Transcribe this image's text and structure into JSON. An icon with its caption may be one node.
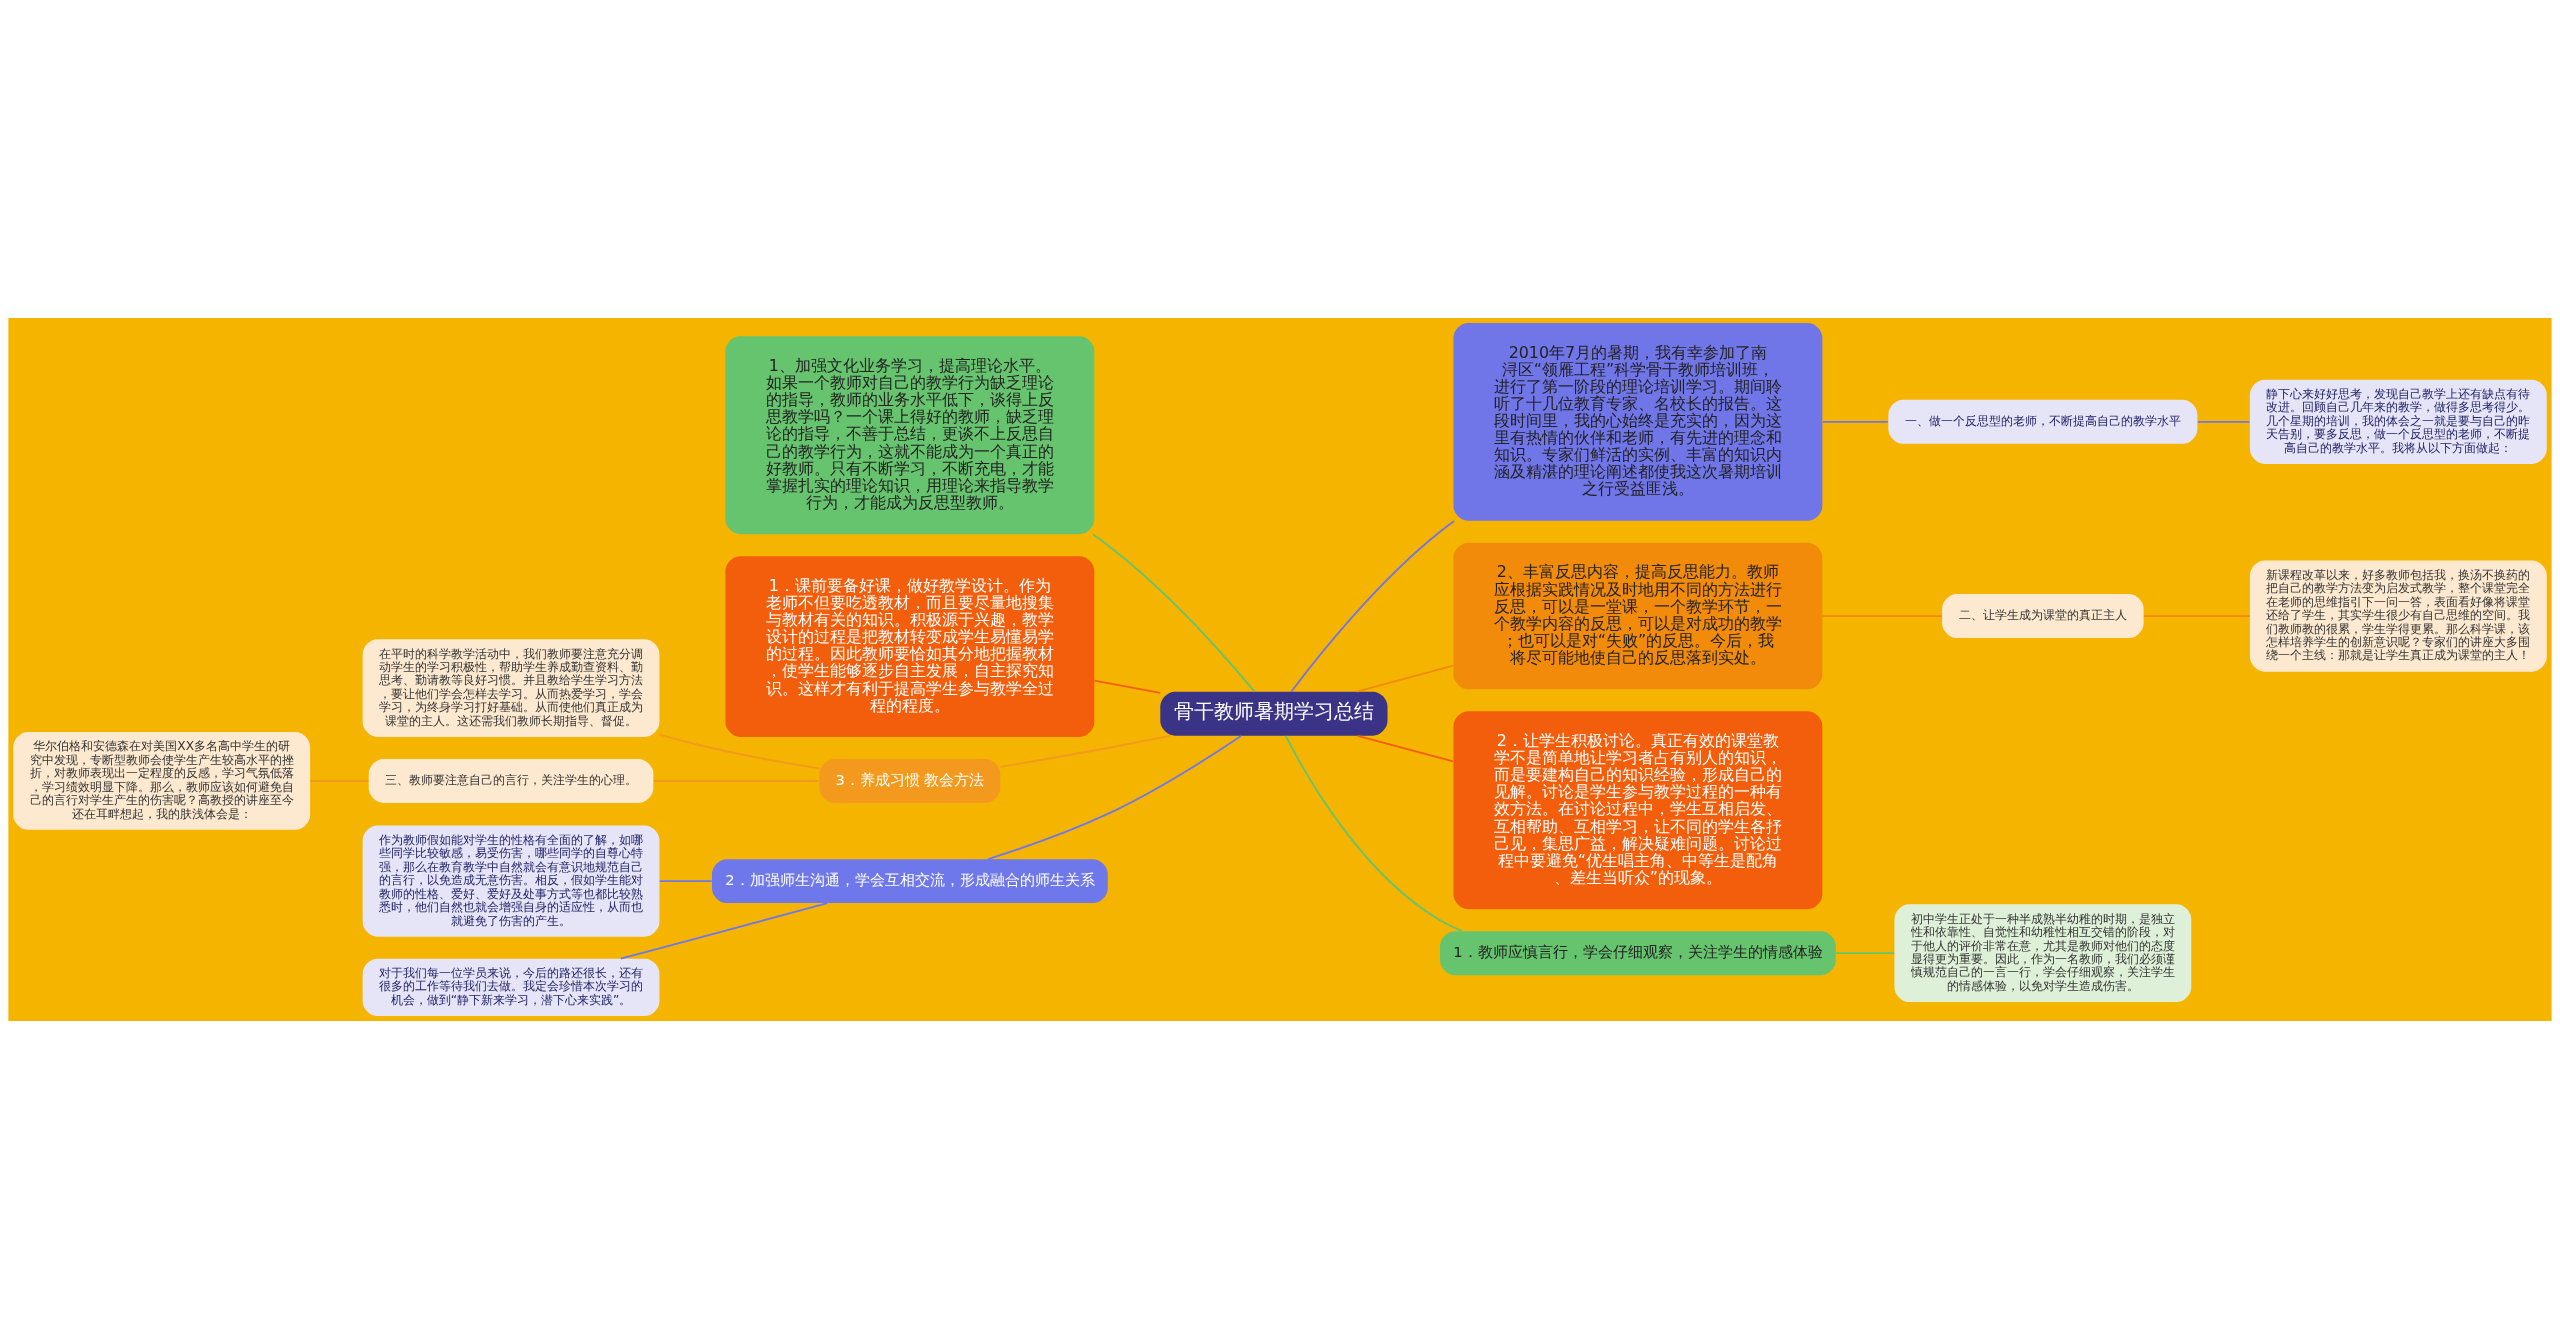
{
  "diagram": {
    "nodes": [
      {
        "text": [
          "骨干教师暑期学习总结"
        ]
      },
      {
        "text": [
          "1、加强文化业务学习，提高理论水平。如果一个教师对自己的教学行为缺乏理论的指导，教师的业务水平低下，谈得上反思教学吗？一个课上得好的教师，缺乏理论的指导，不善于总结，更谈不上反思自己的教学行为，这就不能成为一个真正的好教师。只有不断学习，不断充电，才能掌握扎实的理论知识，用理论来指导教学行为，才能成为反思型教师。"
        ]
      },
      {
        "text": [
          "1．课前要备好课，做好教学设计。作为老师不但要吃透教材，而且要尽量地搜集与教材有关的知识。积极源于兴趣，教学设计的过程是把教材转变成学生易懂易学的过程。因此教师要恰如其分地把握教材，使学生能够逐步自主发展，自主探究知识。这样才有利于提高学生参与教学全过程的程度。"
        ]
      },
      {
        "text": [
          "在平时的科学教学活动中，我们教师要注意充分调动学生的学习积极性，帮助学生养成勤查资料、勤思考、勤请教等良好习惯。并且教给学生学习方法，要让他们学会怎样去学习。从而热爱学习，学会学习，为终身学习打好基础。从而使他们真正成为课堂的主人。这还需我们教师长期指导、督促。"
        ]
      },
      {
        "text": [
          "三、教师要注意自己的言行，关注学生的心理。"
        ]
      },
      {
        "text": [
          "华尔伯格和安德森在对美国XX多名高中学生的研究中发现，专断型教师会使学生产生较高水平的挫折，对教师表现出一定程度的反感，学习气氛低落，学习绩效明显下降。那么，教师应该如何避免自己的言行对学生产生的伤害呢？高教授的讲座至今还在耳畔想起，我的肤浅体会是："
        ]
      },
      {
        "text": [
          "3．养成习惯 教会方法"
        ]
      },
      {
        "text": [
          "作为教师假如能对学生的性格有全面的了解，如哪些同学比较敏感，易受伤害，哪些同学的自尊心特强，那么在教育教学中自然就会有意识地规范自己的言行，以免造成无意伤害。相反，假如学生能对教师的性格、爱好、爱好及处事方式等也都比较熟悉时，他们自然也就会增强自身的适应性，从而也就避免了伤害的产生。"
        ]
      },
      {
        "text": [
          "对于我们每一位学员来说，今后的路还很长，还有很多的工作等待我们去做。我定会珍惜本次学习的机会，做到“静下新来学习，潜下心来实践”。"
        ]
      },
      {
        "text": [
          "2．加强师生沟通，学会互相交流，形成融合的师生关系"
        ]
      },
      {
        "text": [
          "2010年7月的暑期，我有幸参加了南浔区“领雁工程”科学骨干教师培训班，进行了第一阶段的理论培训学习。期间聆听了十几位教育专家、名校长的报告。这段时间里，我的心始终是充实的，因为这里有热情的伙伴和老师，有先进的理念和知识。专家们鲜活的实例、丰富的知识内涵及精湛的理论阐述都使我这次暑期培训之行受益匪浅。"
        ]
      },
      {
        "text": [
          "一、做一个反思型的老师，不断提高自己的教学水平"
        ]
      },
      {
        "text": [
          "静下心来好好思考，发现自己教学上还有缺点有待改进。回顾自己几年来的教学，做得多思考得少。几个星期的培训，我的体会之一就是要与自己的昨天告别，要多反思，做一个反思型的老师，不断提高自己的教学水平。我将从以下方面做起："
        ]
      },
      {
        "text": [
          "2、丰富反思内容，提高反思能力。教师应根据实践情况及时地用不同的方法进行反思，可以是一堂课，一个教学环节，一个教学内容的反思，可以是对成功的教学；也可以是对“失败”的反思。今后，我将尽可能地使自己的反思落到实处。"
        ]
      },
      {
        "text": [
          "二、让学生成为课堂的真正主人"
        ]
      },
      {
        "text": [
          "新课程改革以来，好多教师包括我，换汤不换药的把自己的教学方法变为启发式教学，整个课堂完全在老师的思维指引下一问一答，表面看好像将课堂还给了学生，其实学生很少有自己思维的空间。我们教师教的很累，学生学得更累。那么科学课，该怎样培养学生的创新意识呢？专家们的讲座大多围绕一个主线：那就是让学生真正成为课堂的主人！"
        ]
      },
      {
        "text": [
          "2．让学生积极讨论。真正有效的课堂教学不是简单地让学习者占有别人的知识，而是要建构自己的知识经验，形成自己的见解。讨论是学生参与教学过程的一种有效方法。在讨论过程中，学生互相启发、互相帮助、互相学习，让不同的学生各抒己见，集思广益，解决疑难问题。讨论过程中要避免“优生唱主角、中等生是配角、差生当听众”的现象。"
        ]
      },
      {
        "text": [
          "1．教师应慎言行，学会仔细观察，关注学生的情感体验"
        ]
      },
      {
        "text": [
          "初中学生正处于一种半成熟半幼稚的时期，是独立性和依靠性、自觉性和幼稚性相互交错的阶段，对于他人的评价非常在意，尤其是教师对他们的态度显得更为重要。因此，作为一名教师，我们必须谨慎规范自己的一言一行，学会仔细观察，关注学生的情感体验，以免对学生造成伤害。"
        ]
      }
    ],
    "edges": [
      {
        "from": 0,
        "to": 1,
        "arrow": "none",
        "color": "#66c36e"
      },
      {
        "from": 0,
        "to": 2,
        "arrow": "none",
        "color": "#f25e0c"
      },
      {
        "from": 0,
        "to": 6,
        "arrow": "none",
        "color": "#f39a1e"
      },
      {
        "from": 6,
        "to": 3,
        "arrow": "none",
        "color": "#f39a1e"
      },
      {
        "from": 6,
        "to": 4,
        "arrow": "none",
        "color": "#f39a1e"
      },
      {
        "from": 4,
        "to": 5,
        "arrow": "none",
        "color": "#f39a1e"
      },
      {
        "from": 0,
        "to": 9,
        "arrow": "none",
        "color": "#6e78ea"
      },
      {
        "from": 9,
        "to": 7,
        "arrow": "none",
        "color": "#6e78ea"
      },
      {
        "from": 9,
        "to": 8,
        "arrow": "none",
        "color": "#6e78ea"
      },
      {
        "from": 0,
        "to": 10,
        "arrow": "none",
        "color": "#7075e8"
      },
      {
        "from": 10,
        "to": 11,
        "arrow": "none",
        "color": "#7075e8"
      },
      {
        "from": 11,
        "to": 12,
        "arrow": "none",
        "color": "#7075e8"
      },
      {
        "from": 0,
        "to": 13,
        "arrow": "none",
        "color": "#f28a0a"
      },
      {
        "from": 13,
        "to": 14,
        "arrow": "none",
        "color": "#f28a0a"
      },
      {
        "from": 14,
        "to": 15,
        "arrow": "none",
        "color": "#f28a0a"
      },
      {
        "from": 0,
        "to": 16,
        "arrow": "none",
        "color": "#f25e0c"
      },
      {
        "from": 0,
        "to": 17,
        "arrow": "none",
        "color": "#66c36e"
      },
      {
        "from": 17,
        "to": 18,
        "arrow": "none",
        "color": "#66c36e"
      }
    ]
  }
}
